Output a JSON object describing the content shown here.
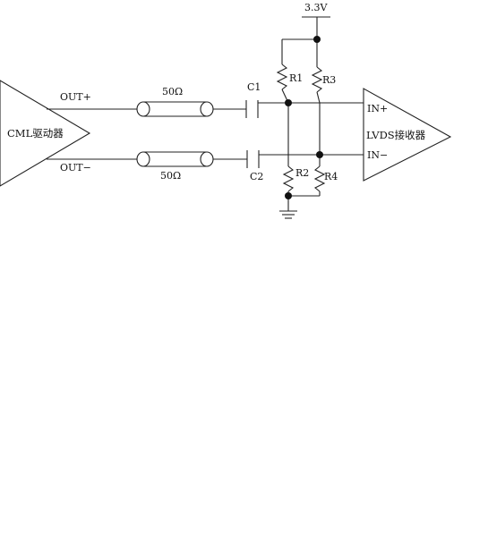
{
  "supply": {
    "label": "3.3V"
  },
  "driver": {
    "label": "CML驱动器",
    "out_pos": "OUT+",
    "out_neg": "OUT−"
  },
  "receiver": {
    "label": "LVDS接收器",
    "in_pos": "IN+",
    "in_neg": "IN−"
  },
  "transmission_lines": {
    "top_label": "50Ω",
    "bottom_label": "50Ω"
  },
  "capacitors": {
    "top": "C1",
    "bottom": "C2"
  },
  "resistors": {
    "r1": "R1",
    "r2": "R2",
    "r3": "R3",
    "r4": "R4"
  }
}
